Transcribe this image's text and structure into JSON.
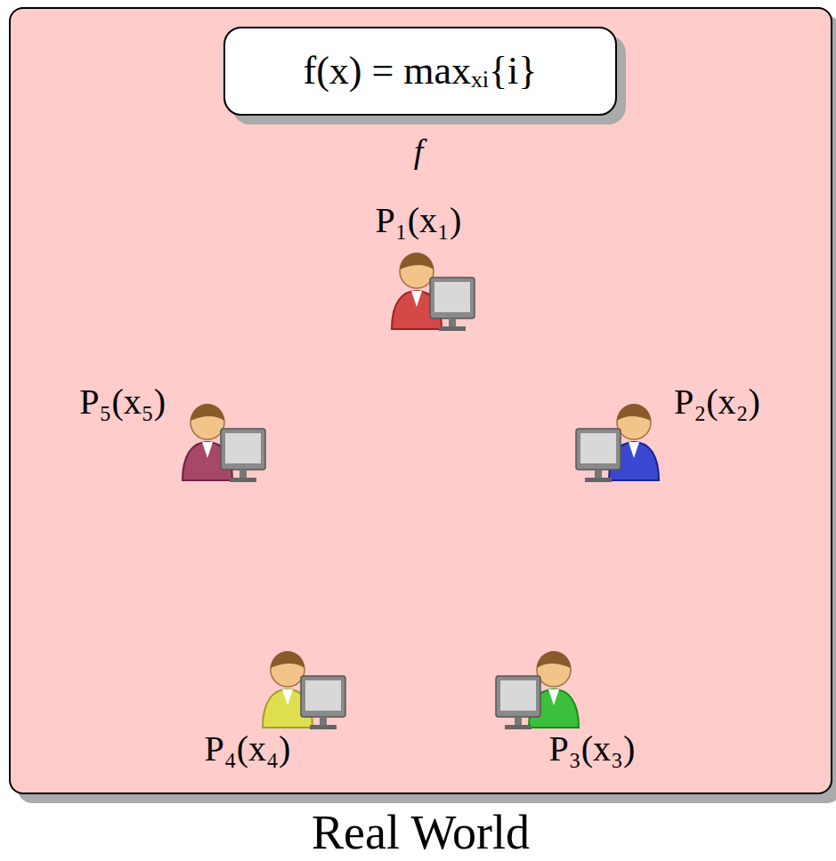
{
  "diagram": {
    "nodes": [
      {
        "text": [
          "Real World"
        ]
      },
      {
        "text": [
          "f(x) = maxₓᵢ{i}"
        ],
        "in": 0
      }
    ],
    "labels": [
      "f",
      "P₁(x₁)",
      "P₂(x₂)",
      "P₃(x₃)",
      "P₄(x₄)",
      "P₅(x₅)"
    ]
  }
}
